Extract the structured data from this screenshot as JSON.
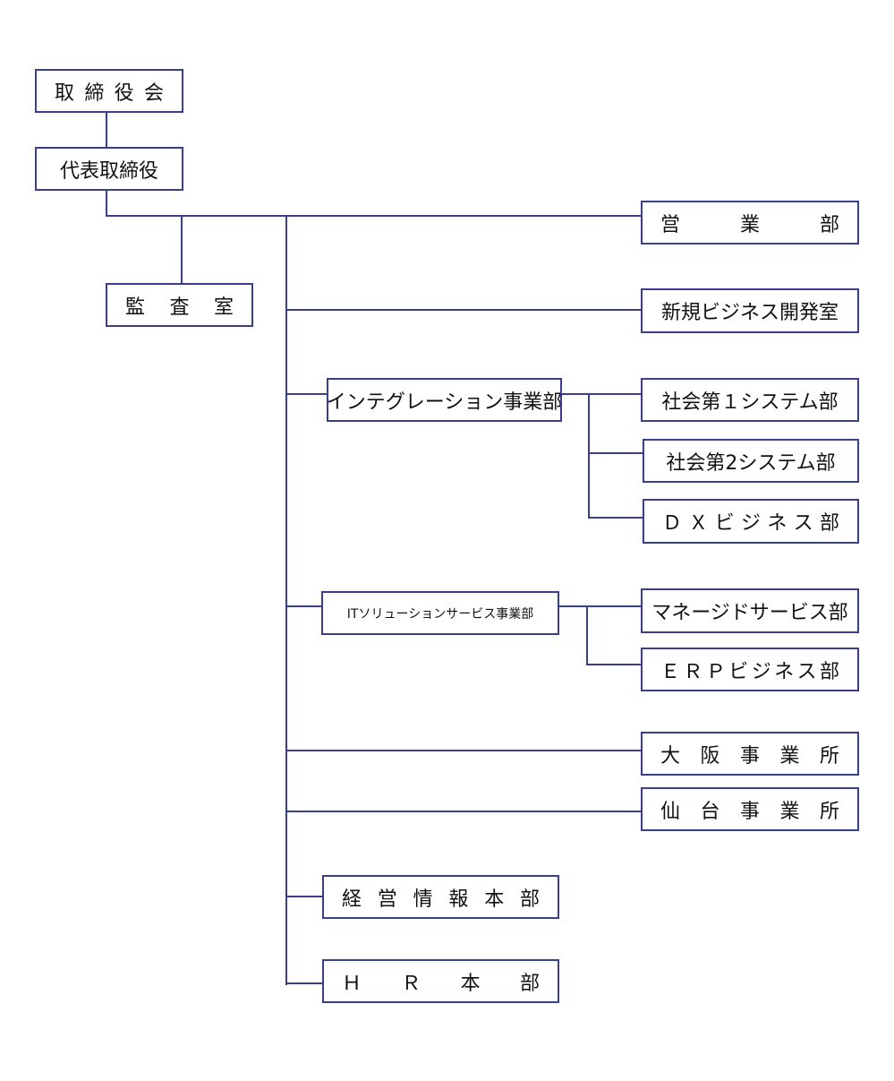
{
  "colors": {
    "line": "#3a3f8c",
    "box_border": "#3a3f8c",
    "text": "#111111"
  },
  "board": {
    "label": "取締役会"
  },
  "ceo": {
    "label": "代表取締役"
  },
  "audit": {
    "label": "監査室"
  },
  "sales": {
    "label": "営業部"
  },
  "new_business": {
    "label": "新規ビジネス開発室"
  },
  "integration": {
    "label": "インテグレーション事業部",
    "children": [
      {
        "label": "社会第１システム部"
      },
      {
        "label": "社会第2システム部"
      },
      {
        "label": "ＤＸビジネス部"
      }
    ]
  },
  "it_solution": {
    "label": "ITソリューションサービス事業部",
    "children": [
      {
        "label": "マネージドサービス部"
      },
      {
        "label": "ＥＲＰビジネス部"
      }
    ]
  },
  "osaka": {
    "label": "大阪事業所"
  },
  "sendai": {
    "label": "仙台事業所"
  },
  "management_info": {
    "label": "経営情報本部"
  },
  "hr": {
    "label": "ＨＲ本部"
  }
}
